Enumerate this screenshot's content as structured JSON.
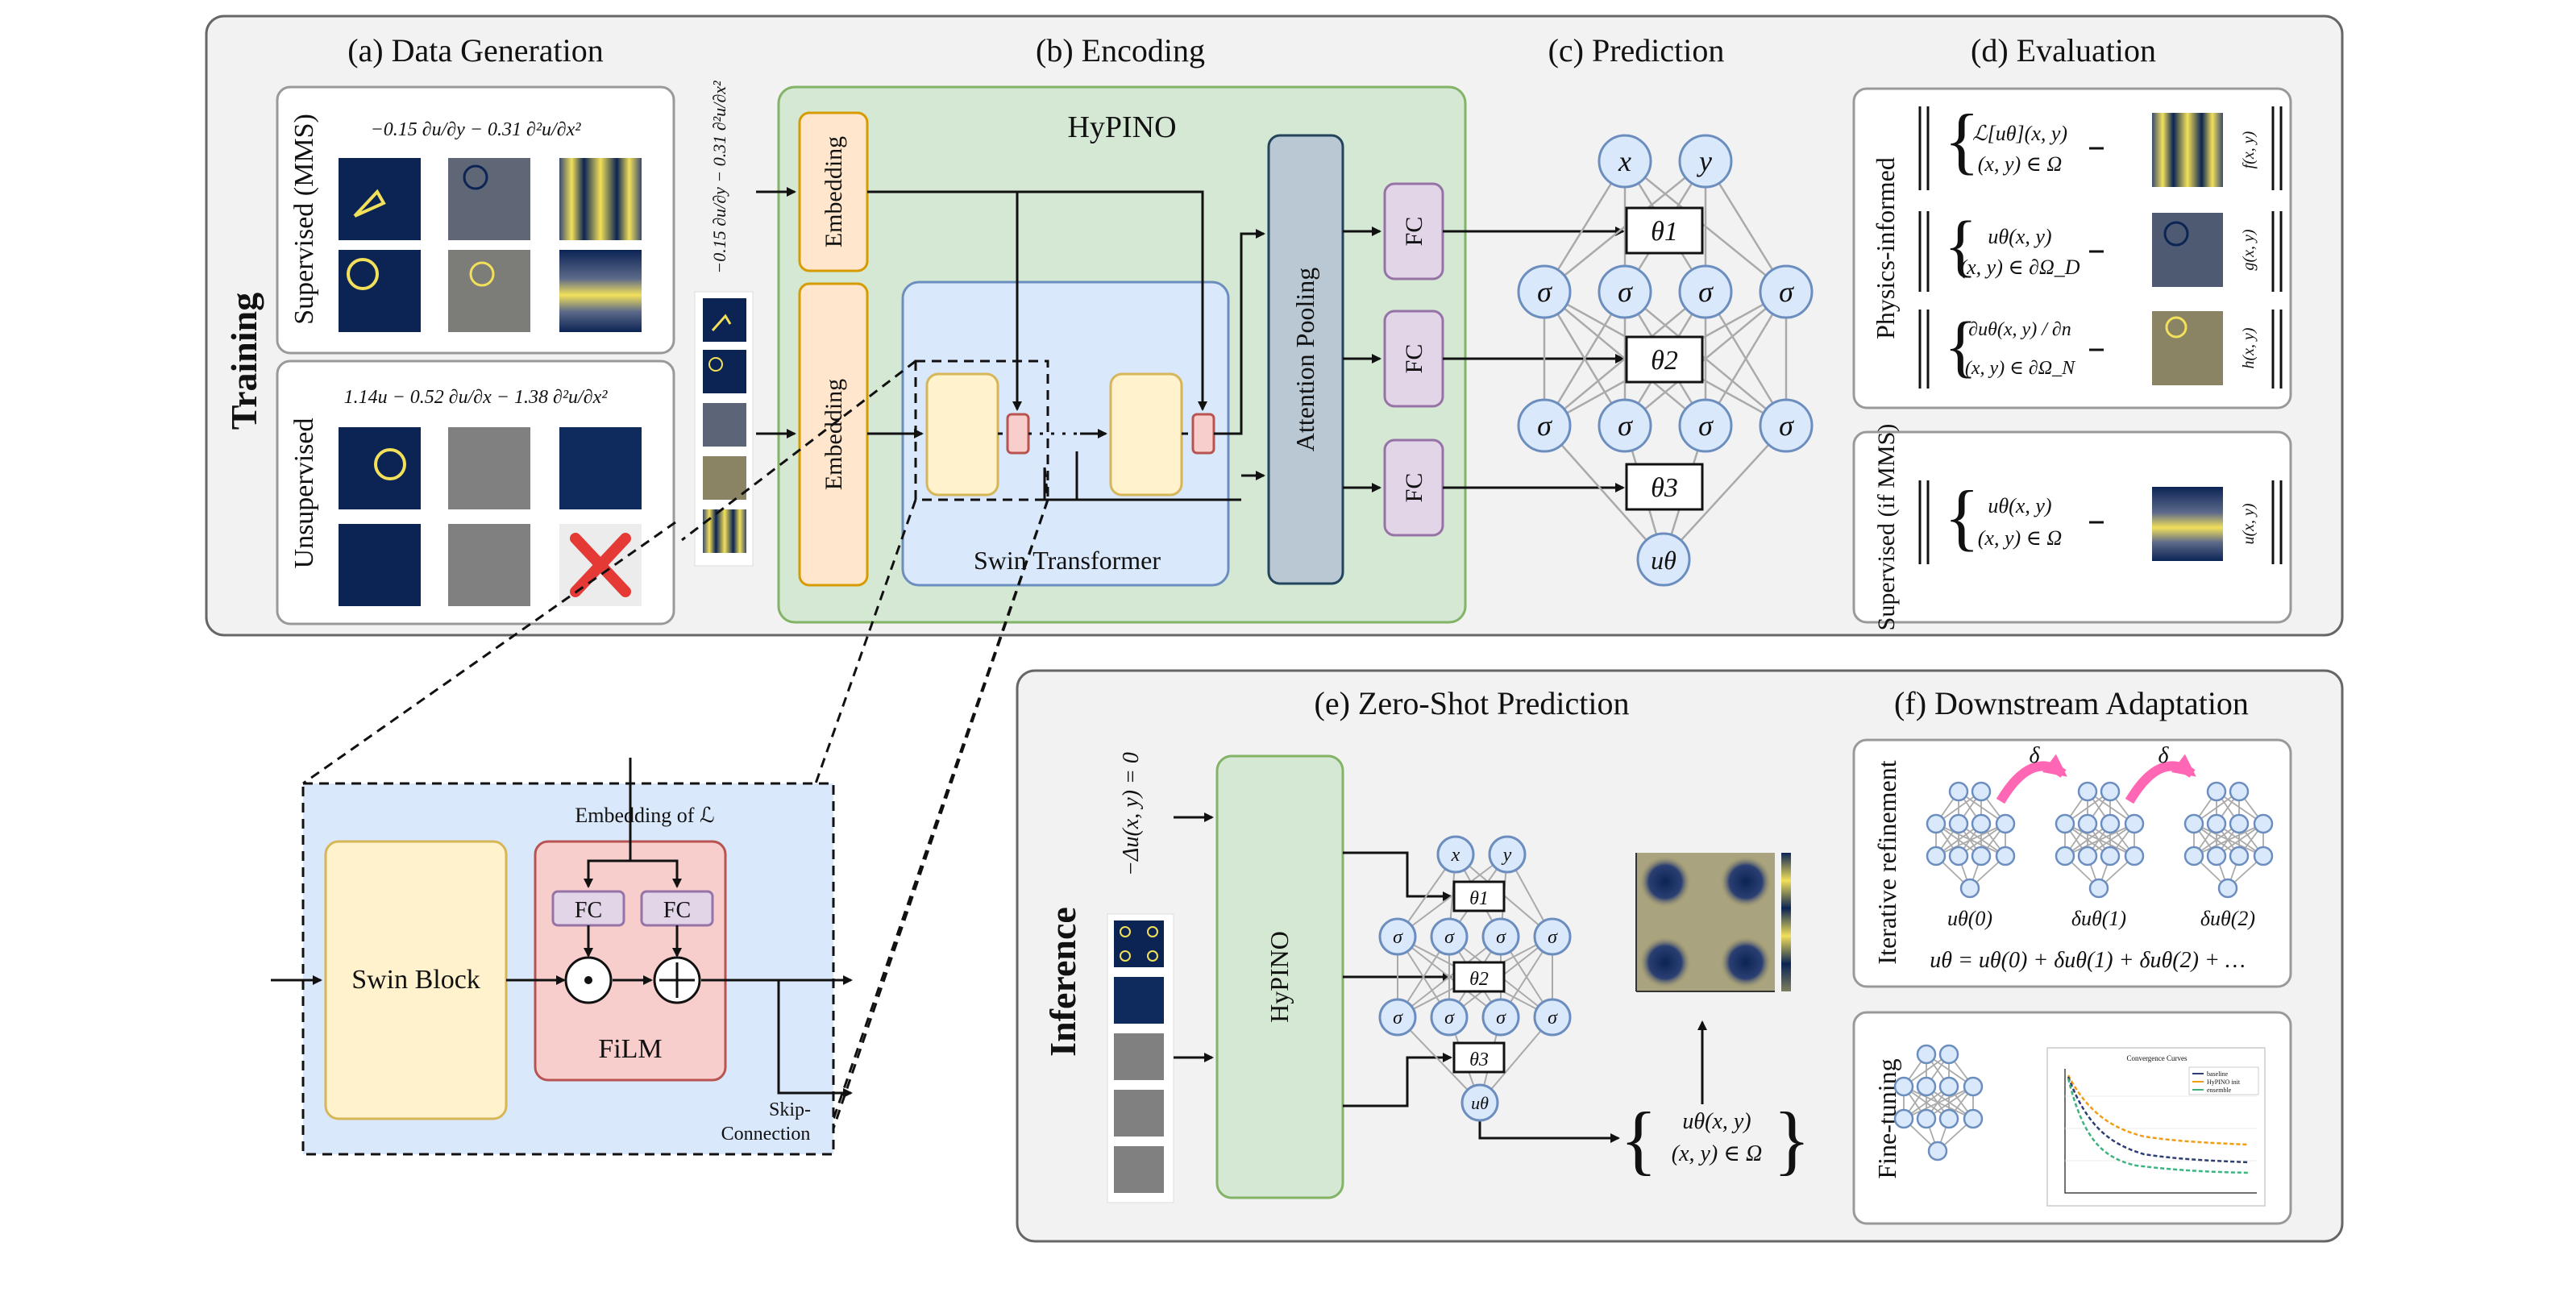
{
  "colors": {
    "panel_bg": "#f2f2f2",
    "panel_stroke": "#666666",
    "encoder_bg": "#d5e8d4",
    "encoder_stroke": "#82b366",
    "swin_bg": "#dae8fc",
    "swin_stroke": "#6c8ebf",
    "embed_bg": "#ffe6cc",
    "embed_stroke": "#d79b00",
    "block_bg": "#fff2cc",
    "block_stroke": "#d6b656",
    "fc_bg": "#e1d5e7",
    "fc_stroke": "#9673a6",
    "pool_bg": "#bac8d3",
    "pool_stroke": "#23445d",
    "film_bg": "#f8cecc",
    "film_stroke": "#b85450",
    "node_bg": "#dae8fc",
    "node_stroke": "#6c8ebf",
    "refine_arrow": "#ff66b3",
    "cross_mark": "#e53935",
    "field_dark": "#0b2454",
    "field_grey": "#8a8a8a",
    "field_yellow": "#f2e05a"
  },
  "training": {
    "label": "Training",
    "sections": {
      "a": "(a) Data Generation",
      "b": "(b) Encoding",
      "c": "(c) Prediction",
      "d": "(d) Evaluation"
    },
    "supervised_label": "Supervised (MMS)",
    "unsupervised_label": "Unsupervised",
    "supervised_operator": "−0.15 ∂u/∂y − 0.31 ∂²u/∂x²",
    "unsupervised_operator": "1.14u − 0.52 ∂u/∂x − 1.38 ∂²u/∂x²",
    "input_operator": "−0.15 ∂u/∂y − 0.31 ∂²u/∂x²"
  },
  "encoding": {
    "title": "HyPINO",
    "embedding_top": "Embedding",
    "embedding_bottom": "Embedding",
    "swin_label": "Swin Transformer",
    "attention_label": "Attention Pooling",
    "fc_labels": [
      "FC",
      "FC",
      "FC"
    ]
  },
  "prediction": {
    "inputs": [
      "x",
      "y"
    ],
    "hidden": "σ",
    "thetas": [
      "θ1",
      "θ2",
      "θ3"
    ],
    "output": "uθ"
  },
  "evaluation": {
    "physics_label": "Physics-informed",
    "supervised_label": "Supervised (if MMS)",
    "physics_terms": [
      {
        "top": "ℒ[uθ](x, y)",
        "bottom": "(x, y) ∈ Ω",
        "target": "f(x, y)"
      },
      {
        "top": "uθ(x, y)",
        "bottom": "(x, y) ∈ ∂Ω_D",
        "target": "g(x, y)"
      },
      {
        "top": "∂uθ(x, y) / ∂n",
        "bottom": "(x, y) ∈ ∂Ω_N",
        "target": "h(x, y)"
      }
    ],
    "supervised_term": {
      "top": "uθ(x, y)",
      "bottom": "(x, y) ∈ Ω",
      "target": "u(x, y)"
    }
  },
  "detail": {
    "swin_block": "Swin Block",
    "film_label": "FiLM",
    "embedding_of": "Embedding of ℒ",
    "fc_labels": [
      "FC",
      "FC"
    ],
    "skip_label_line1": "Skip-",
    "skip_label_line2": "Connection"
  },
  "inference": {
    "label": "Inference",
    "sections": {
      "e": "(e) Zero-Shot Prediction",
      "f": "(f) Downstream Adaptation"
    },
    "operator": "−Δu(x, y) = 0",
    "hypino": "HyPINO",
    "output_top": "uθ(x, y)",
    "output_bottom": "(x, y) ∈ Ω",
    "iterative_label": "Iterative refinement",
    "finetune_label": "Fine-tuning",
    "delta_symbol": "δ",
    "refine_net_labels": [
      "uθ(0)",
      "δuθ(1)",
      "δuθ(2)"
    ],
    "refine_equation": "uθ = uθ(0) + δuθ(1) + δuθ(2) + …",
    "mini_chart_title": "Convergence Curves",
    "mini_chart_legend": [
      "baseline",
      "HyPINO init",
      "ensemble"
    ]
  }
}
